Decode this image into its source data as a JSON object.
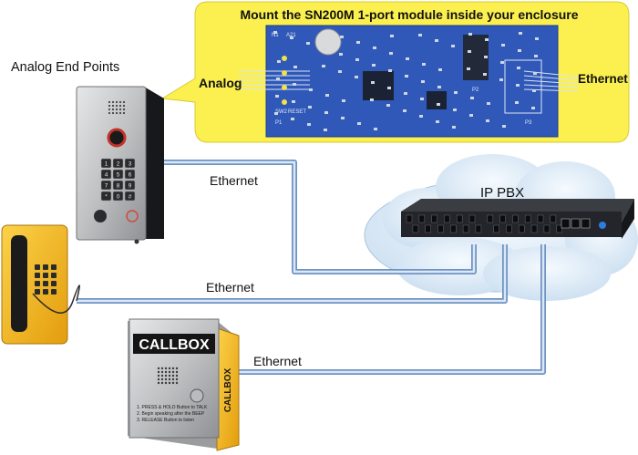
{
  "callout": {
    "title": "Mount the SN200M 1-port module inside your enclosure",
    "analog_label": "Analog",
    "ethernet_label": "Ethernet",
    "board_marks": [
      "N1",
      "A21",
      "P1",
      "P2",
      "P3",
      "SW2",
      "RESET"
    ]
  },
  "endpoints": {
    "heading": "Analog End Points",
    "callbox": {
      "sign": "CALLBOX",
      "side_sign": "CALLBOX",
      "instructions": [
        "1. PRESS & HOLD Button to TALK",
        "2. Begin speaking after the BEEP",
        "3. RELEASE Button to listen"
      ]
    },
    "keypad_keys": [
      "1",
      "2",
      "3",
      "4",
      "5",
      "6",
      "7",
      "8",
      "9",
      "*",
      "0",
      "#"
    ]
  },
  "pbx": {
    "label": "IP PBX"
  },
  "links": {
    "ethernet_1": "Ethernet",
    "ethernet_2": "Ethernet",
    "ethernet_3": "Ethernet"
  },
  "colors": {
    "callout_yellow": "#fbf04f",
    "board_blue": "#2f58b8",
    "cable_blue": "#8fb3dc",
    "cloud": "#d9e9f7",
    "phone_yellow": "#f2b818",
    "steel": "#c9cbcd"
  }
}
